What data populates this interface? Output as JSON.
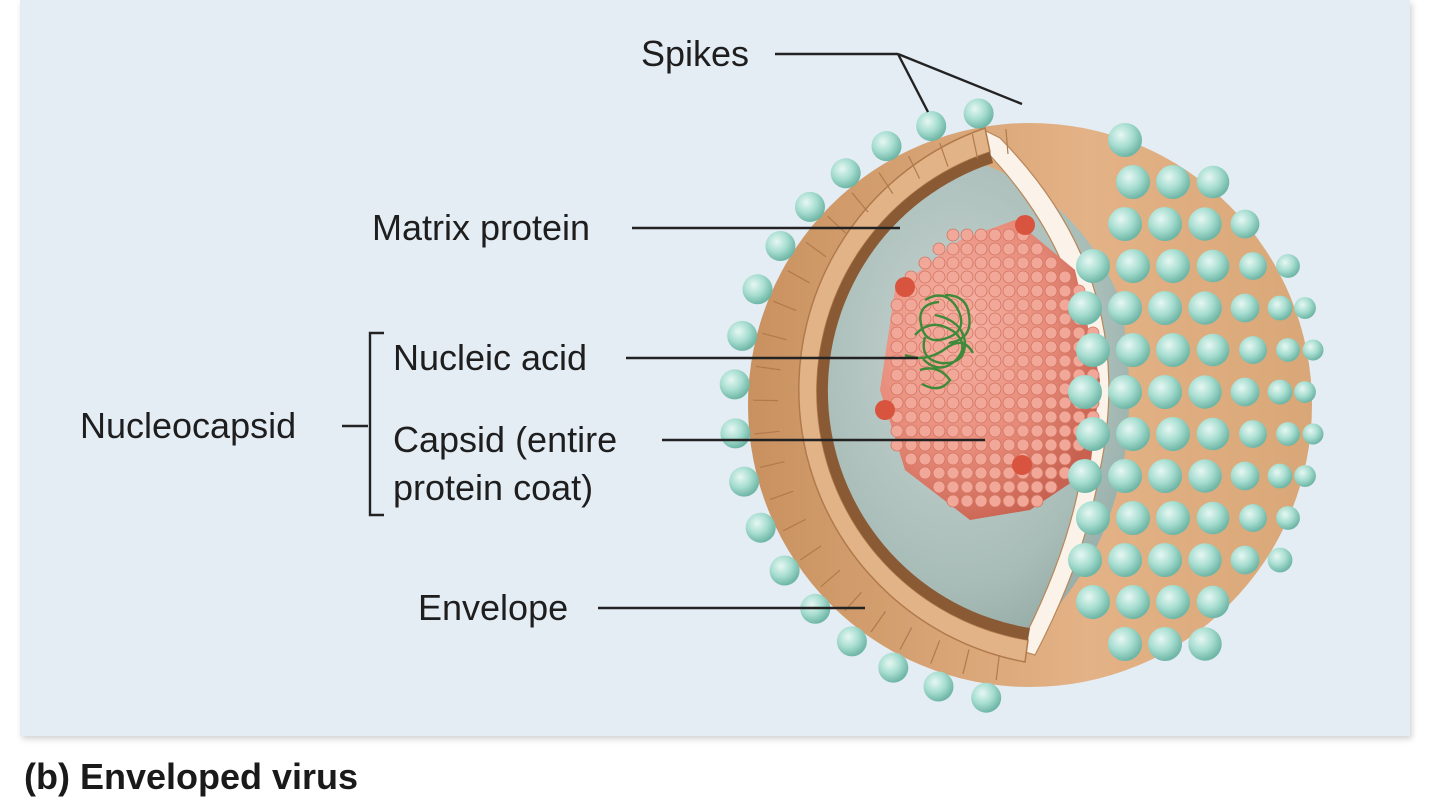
{
  "labels": {
    "spikes": "Spikes",
    "matrix_protein": "Matrix protein",
    "nucleocapsid": "Nucleocapsid",
    "nucleic_acid": "Nucleic acid",
    "capsid_line1": "Capsid (entire",
    "capsid_line2": "protein coat)",
    "envelope": "Envelope"
  },
  "caption": "(b) Enveloped virus",
  "colors": {
    "background": "#e4ecf4",
    "spike": "#a6ddd0",
    "envelope": "#d9a777",
    "matrix_interior": "#a9bdb8",
    "capsid": "#e88b7a",
    "nucleic_acid": "#3f8a3a"
  }
}
